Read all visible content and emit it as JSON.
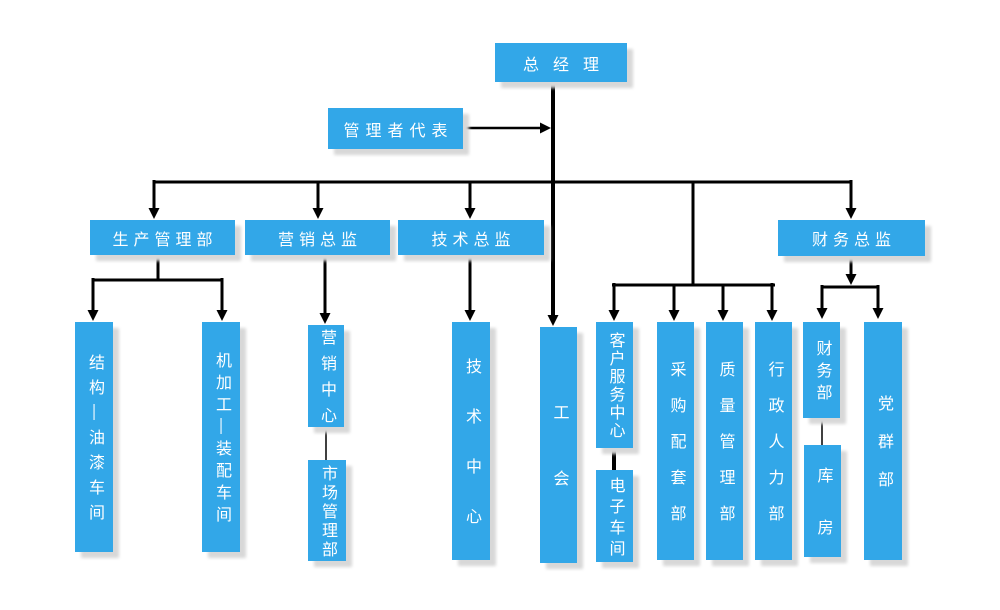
{
  "colors": {
    "box": "#32a7e8",
    "text": "#ffffff",
    "line": "#000000",
    "shadow": "#d8d8d8",
    "bg": "#ffffff"
  },
  "nodes": {
    "general_manager": {
      "label": "总经理"
    },
    "management_rep": {
      "label": "管理者代表"
    },
    "production_dept": {
      "label": "生产管理部"
    },
    "marketing_director": {
      "label": "营销总监"
    },
    "tech_director": {
      "label": "技术总监"
    },
    "finance_director": {
      "label": "财务总监"
    },
    "structure_paint_workshop": {
      "label": "结构—油漆车间"
    },
    "machining_assembly_workshop": {
      "label": "机加工—装配车间"
    },
    "marketing_center": {
      "label": "营销中心"
    },
    "market_management_dept": {
      "label": "市场管理部"
    },
    "tech_center": {
      "label": "技术中心"
    },
    "labor_union": {
      "label": "工会"
    },
    "customer_service_center": {
      "label": "客户服务中心"
    },
    "electronics_workshop": {
      "label": "电子车间"
    },
    "purchasing_support_dept": {
      "label": "采购配套部"
    },
    "quality_management_dept": {
      "label": "质量管理部"
    },
    "admin_hr_dept": {
      "label": "行政人力部"
    },
    "finance_dept": {
      "label": "财务部"
    },
    "warehouse": {
      "label": "库房"
    },
    "party_group_dept": {
      "label": "党群部"
    }
  },
  "edges": [
    {
      "from": "management_rep",
      "to": "general_manager"
    },
    {
      "from": "general_manager",
      "to": "production_dept"
    },
    {
      "from": "general_manager",
      "to": "marketing_director"
    },
    {
      "from": "general_manager",
      "to": "tech_director"
    },
    {
      "from": "general_manager",
      "to": "finance_director"
    },
    {
      "from": "general_manager",
      "to": "labor_union"
    },
    {
      "from": "production_dept",
      "to": "structure_paint_workshop"
    },
    {
      "from": "production_dept",
      "to": "machining_assembly_workshop"
    },
    {
      "from": "marketing_director",
      "to": "marketing_center"
    },
    {
      "from": "marketing_center",
      "to": "market_management_dept"
    },
    {
      "from": "tech_director",
      "to": "tech_center"
    },
    {
      "from": "general_manager",
      "to": "customer_service_center"
    },
    {
      "from": "customer_service_center",
      "to": "electronics_workshop"
    },
    {
      "from": "general_manager",
      "to": "purchasing_support_dept"
    },
    {
      "from": "general_manager",
      "to": "quality_management_dept"
    },
    {
      "from": "general_manager",
      "to": "admin_hr_dept"
    },
    {
      "from": "finance_director",
      "to": "finance_dept"
    },
    {
      "from": "finance_dept",
      "to": "warehouse"
    },
    {
      "from": "finance_director",
      "to": "party_group_dept"
    }
  ]
}
